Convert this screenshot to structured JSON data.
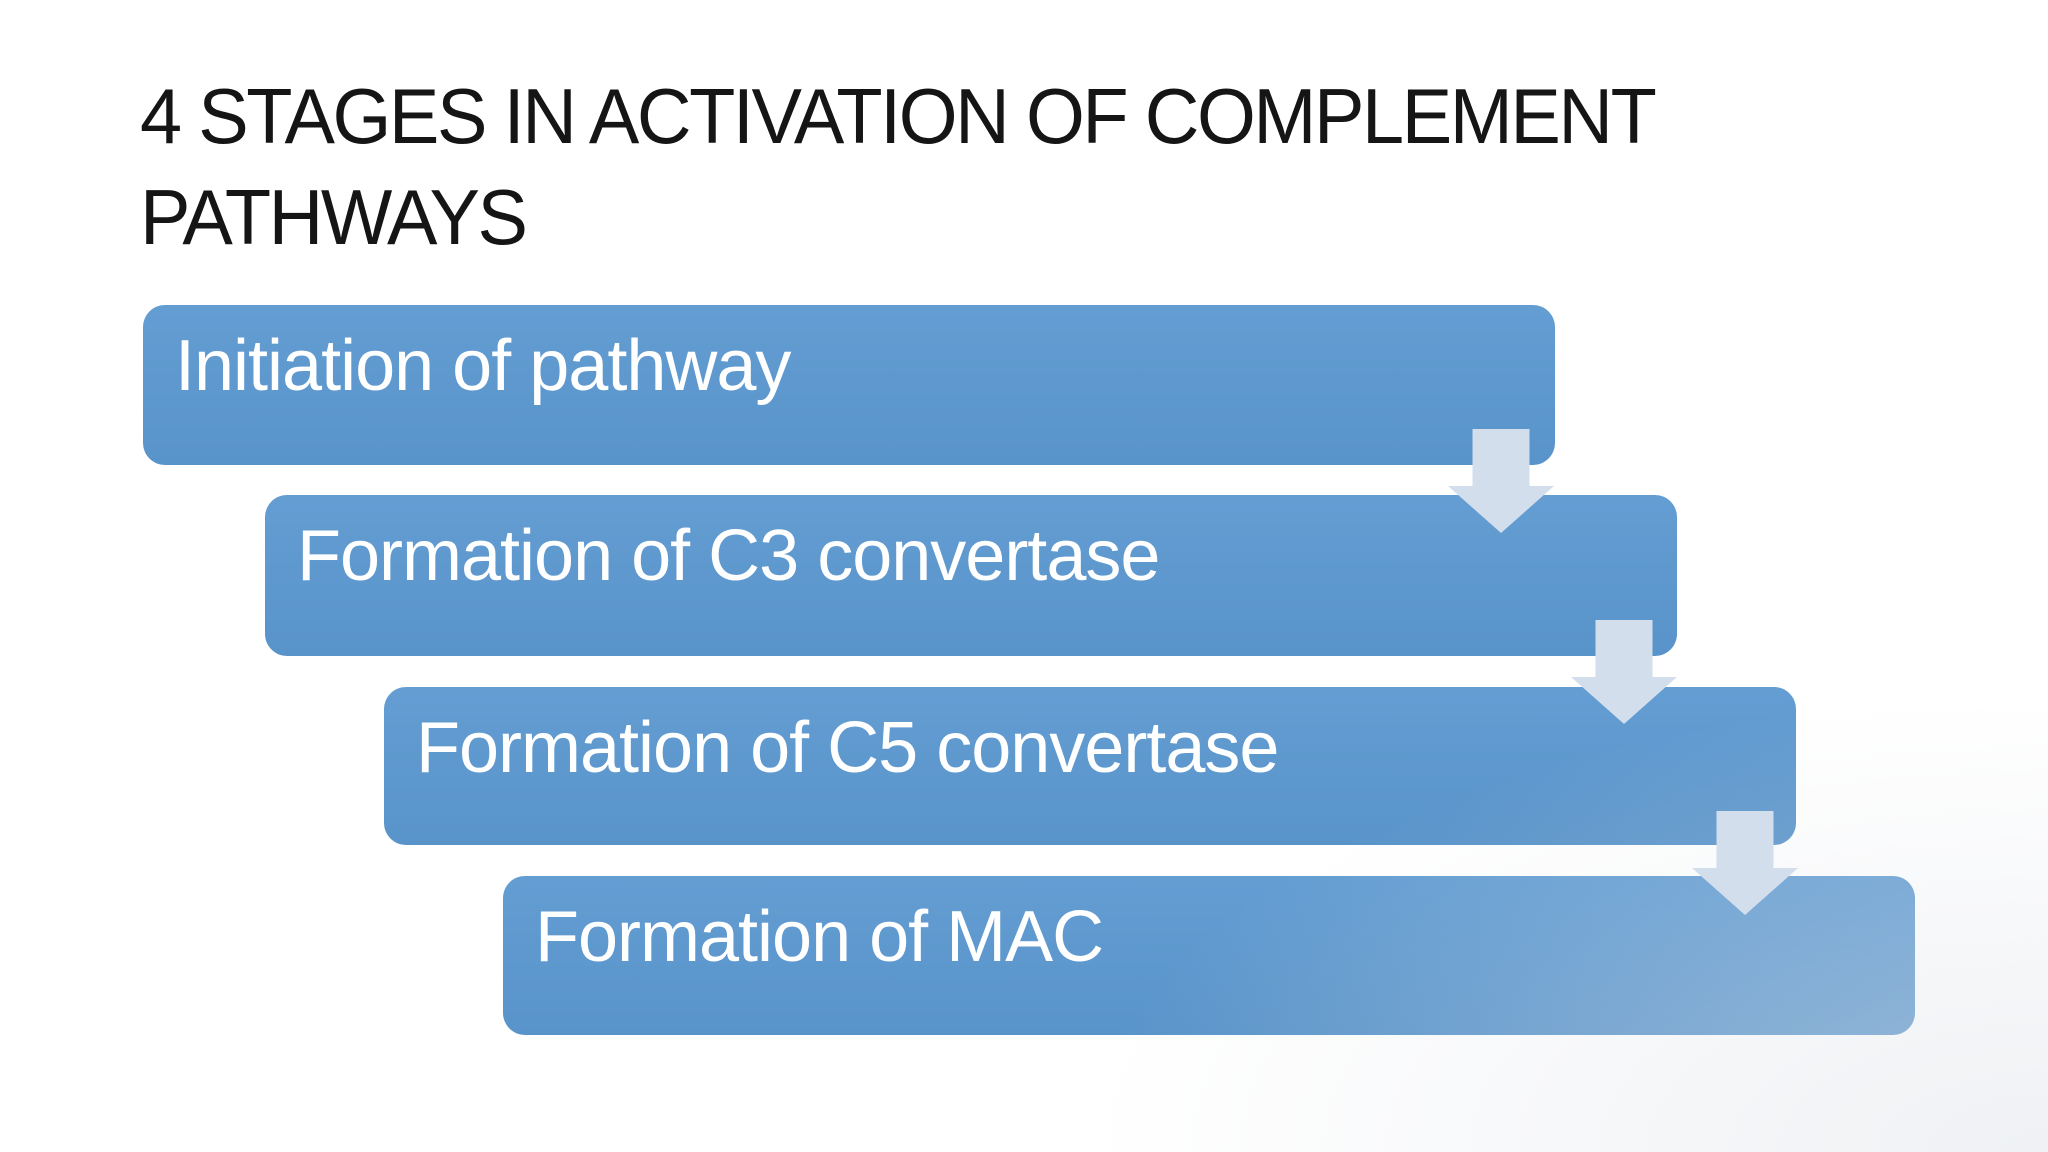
{
  "slide": {
    "title": "4 STAGES IN ACTIVATION OF COMPLEMENT PATHWAYS",
    "stages": [
      {
        "label": "Initiation of pathway"
      },
      {
        "label": "Formation of C3 convertase"
      },
      {
        "label": "Formation of C5 convertase"
      },
      {
        "label": "Formation of MAC"
      }
    ],
    "arrow_count": 3,
    "colors": {
      "background": "#ffffff",
      "box_fill": "#5b98d0",
      "arrow_fill": "#d3deec",
      "title_color": "#151515",
      "stage_text": "#ffffff"
    }
  }
}
